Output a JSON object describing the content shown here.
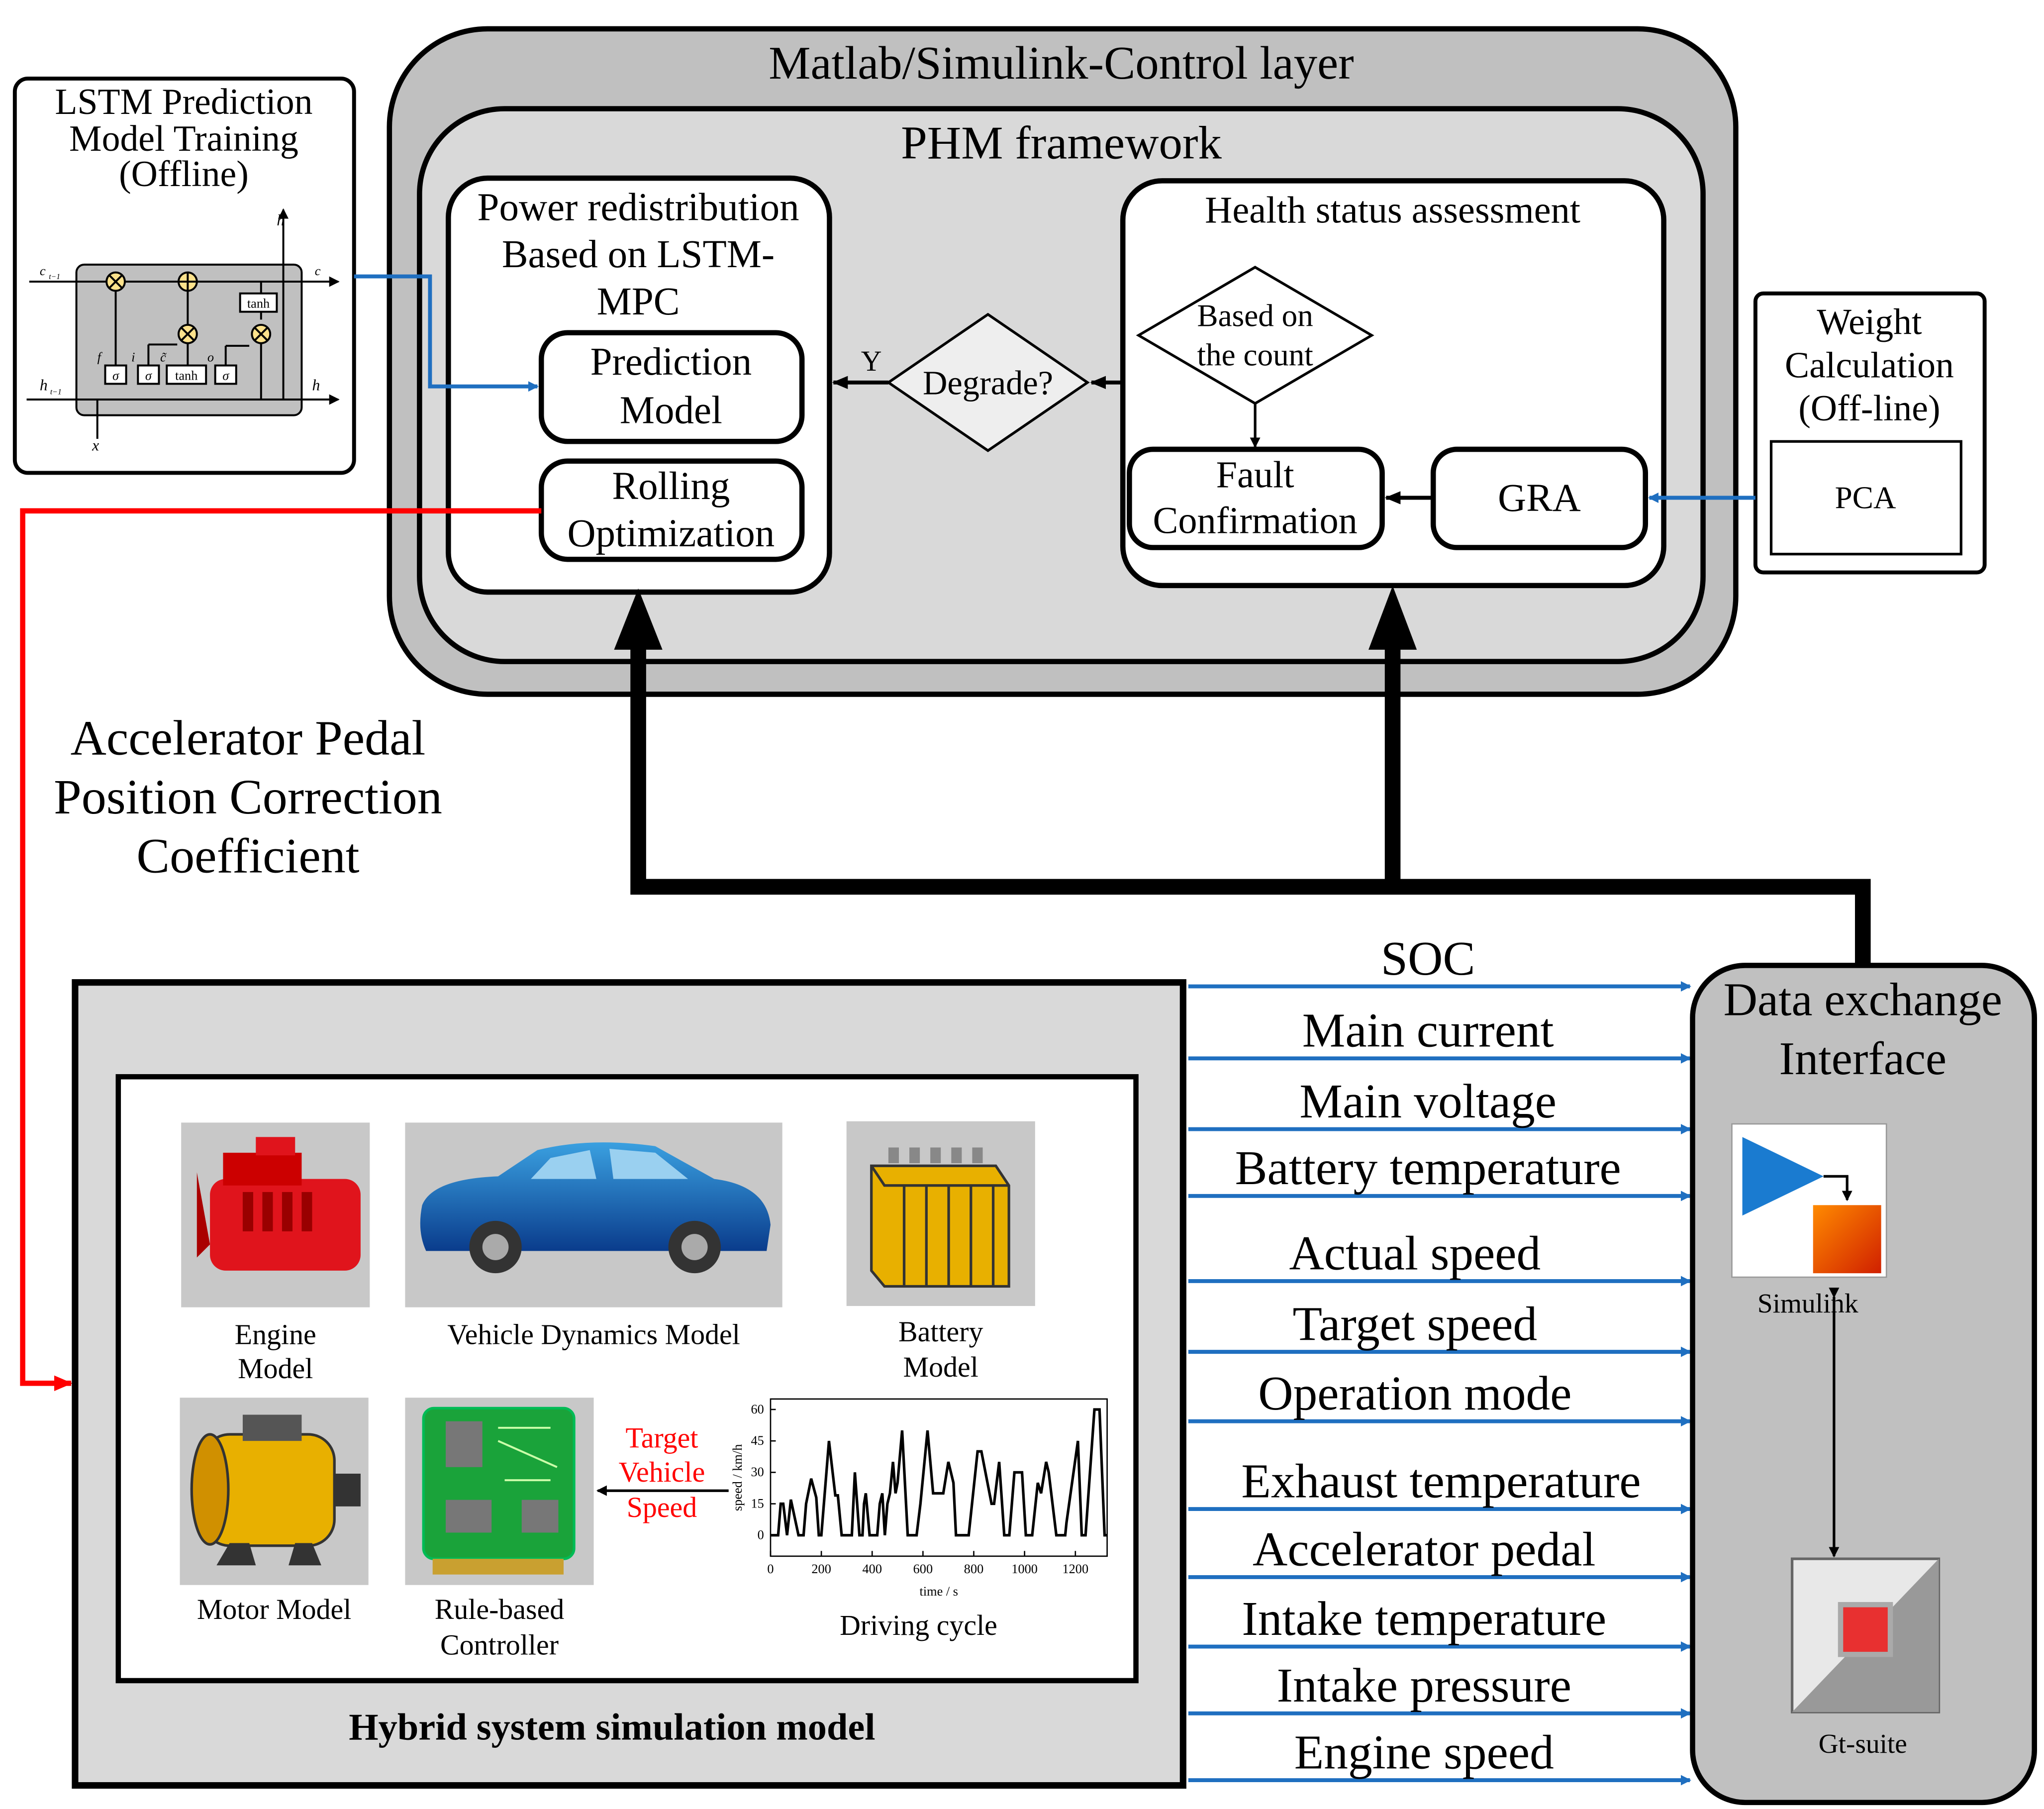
{
  "control_layer": {
    "title": "Matlab/Simulink-Control layer"
  },
  "phm": {
    "title": "PHM framework"
  },
  "power": {
    "lines": [
      "Power redistribution",
      "Based on LSTM-",
      "MPC"
    ]
  },
  "prediction_model": {
    "lines": [
      "Prediction",
      "Model"
    ]
  },
  "rolling": {
    "lines": [
      "Rolling",
      "Optimization"
    ]
  },
  "degrade": {
    "label": "Degrade?",
    "yes": "Y"
  },
  "health": {
    "title": "Health status assessment"
  },
  "count": {
    "lines": [
      "Based on",
      "the count"
    ]
  },
  "fault": {
    "lines": [
      "Fault",
      "Confirmation"
    ]
  },
  "gra": {
    "label": "GRA"
  },
  "weight": {
    "lines": [
      "Weight",
      "Calculation",
      "(Off-line)"
    ],
    "pca": "PCA"
  },
  "lstm": {
    "lines": [
      "LSTM Prediction",
      "Model Training",
      "(Offline)"
    ],
    "cell": {
      "c_prev": "c",
      "c_prev_sub": "t−1",
      "h_prev": "h",
      "h_prev_sub": "t−1",
      "c_out": "c",
      "h_out": "h",
      "t": "t",
      "x": "x",
      "f": "f",
      "i": "i",
      "ct": "c̃",
      "o": "o",
      "sigma": "σ",
      "tanh": "tanh"
    }
  },
  "accelerator": {
    "lines": [
      "Accelerator Pedal",
      "Position Correction",
      "Coefficient"
    ]
  },
  "hybrid": {
    "title": "Hybrid system simulation model",
    "engine": [
      "Engine",
      "Model"
    ],
    "vehicle": "Vehicle Dynamics Model",
    "battery": [
      "Battery",
      "Model"
    ],
    "motor": "Motor Model",
    "controller": [
      "Rule-based",
      "Controller"
    ],
    "target": [
      "Target",
      "Vehicle",
      "Speed"
    ],
    "driving_cycle": "Driving cycle"
  },
  "signals": [
    "SOC",
    "Main current",
    "Main voltage",
    "Battery temperature",
    "Actual speed",
    "Target speed",
    "Operation mode",
    "Exhaust temperature",
    "Accelerator pedal",
    "Intake temperature",
    "Intake pressure",
    "Engine speed"
  ],
  "interface": {
    "lines": [
      "Data exchange",
      "Interface"
    ],
    "simulink": "Simulink",
    "gtsuite": "Gt-suite"
  },
  "colors": {
    "blue": "#1f6fc0",
    "red": "#ff0000",
    "outer_gray": "#c0c0c0",
    "inner_gray": "#d9d9d9"
  },
  "chart_data": {
    "type": "line",
    "xlabel": "time / s",
    "ylabel": "speed / km/h",
    "xlim": [
      0,
      1325
    ],
    "ylim": [
      -10,
      65
    ],
    "xticks": [
      0,
      200,
      400,
      600,
      800,
      1000,
      1200
    ],
    "yticks": [
      0,
      15,
      30,
      45,
      60
    ],
    "x": [
      0,
      30,
      40,
      50,
      65,
      80,
      110,
      130,
      140,
      160,
      180,
      190,
      200,
      230,
      255,
      265,
      280,
      320,
      332,
      350,
      362,
      368,
      375,
      390,
      420,
      430,
      440,
      450,
      460,
      470,
      482,
      492,
      500,
      518,
      540,
      575,
      590,
      618,
      640,
      680,
      700,
      720,
      730,
      780,
      815,
      830,
      870,
      880,
      900,
      920,
      940,
      960,
      990,
      1005,
      1030,
      1052,
      1065,
      1085,
      1095,
      1125,
      1160,
      1165,
      1210,
      1225,
      1240,
      1275,
      1295,
      1315,
      1325
    ],
    "y": [
      0,
      0,
      15,
      15,
      0,
      17,
      0,
      0,
      15,
      27,
      18,
      0,
      0,
      45,
      19,
      19,
      0,
      0,
      30,
      0,
      0,
      15,
      20,
      0,
      0,
      15,
      20,
      0,
      15,
      20,
      35,
      20,
      25,
      50,
      0,
      0,
      15,
      50,
      20,
      20,
      35,
      25,
      0,
      0,
      40,
      40,
      15,
      15,
      35,
      0,
      0,
      30,
      30,
      0,
      0,
      25,
      20,
      35,
      30,
      0,
      0,
      6,
      45,
      0,
      0,
      60,
      60,
      0,
      0
    ]
  }
}
